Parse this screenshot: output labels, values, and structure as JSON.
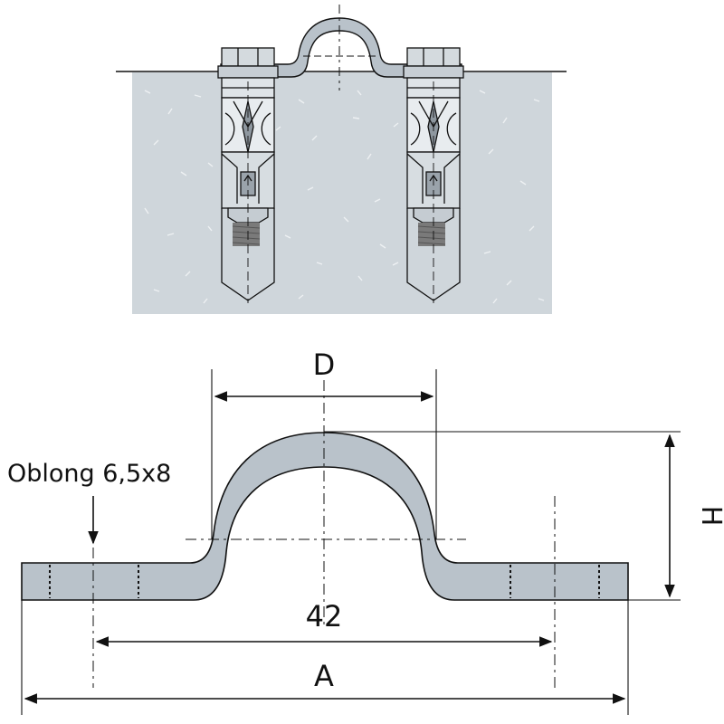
{
  "labels": {
    "oblong": "Oblong 6,5x8",
    "dim_d": "D",
    "dim_h": "H",
    "dim_42": "42",
    "dim_a": "A"
  },
  "colors": {
    "concrete": "#cfd6db",
    "metal": "#b9c2ca",
    "metal_dark": "#8e979f",
    "line": "#111111",
    "thread": "#7a7a7a"
  }
}
